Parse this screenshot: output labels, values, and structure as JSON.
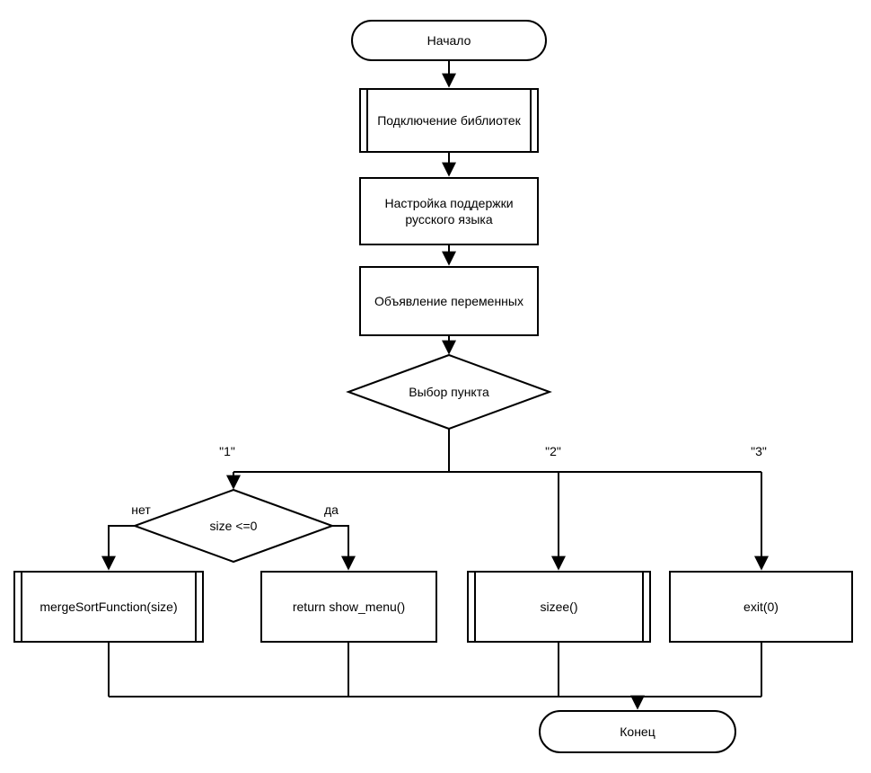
{
  "flowchart": {
    "nodes": {
      "start": "Начало",
      "include_libraries": "Подключение библиотек",
      "russian_support": "Настройка поддержки русского языка",
      "declare_variables": "Объявление переменных",
      "menu_choice": "Выбор пункта",
      "size_check": "size <=0",
      "merge_sort": "mergeSortFunction(size)",
      "return_menu": "return show_menu()",
      "sizee": "sizee()",
      "exit": "exit(0)",
      "end": "Конец"
    },
    "edge_labels": {
      "option1": "\"1\"",
      "option2": "\"2\"",
      "option3": "\"3\"",
      "no": "нет",
      "yes": "да"
    },
    "colors": {
      "stroke": "#000000",
      "fill": "#ffffff"
    }
  }
}
